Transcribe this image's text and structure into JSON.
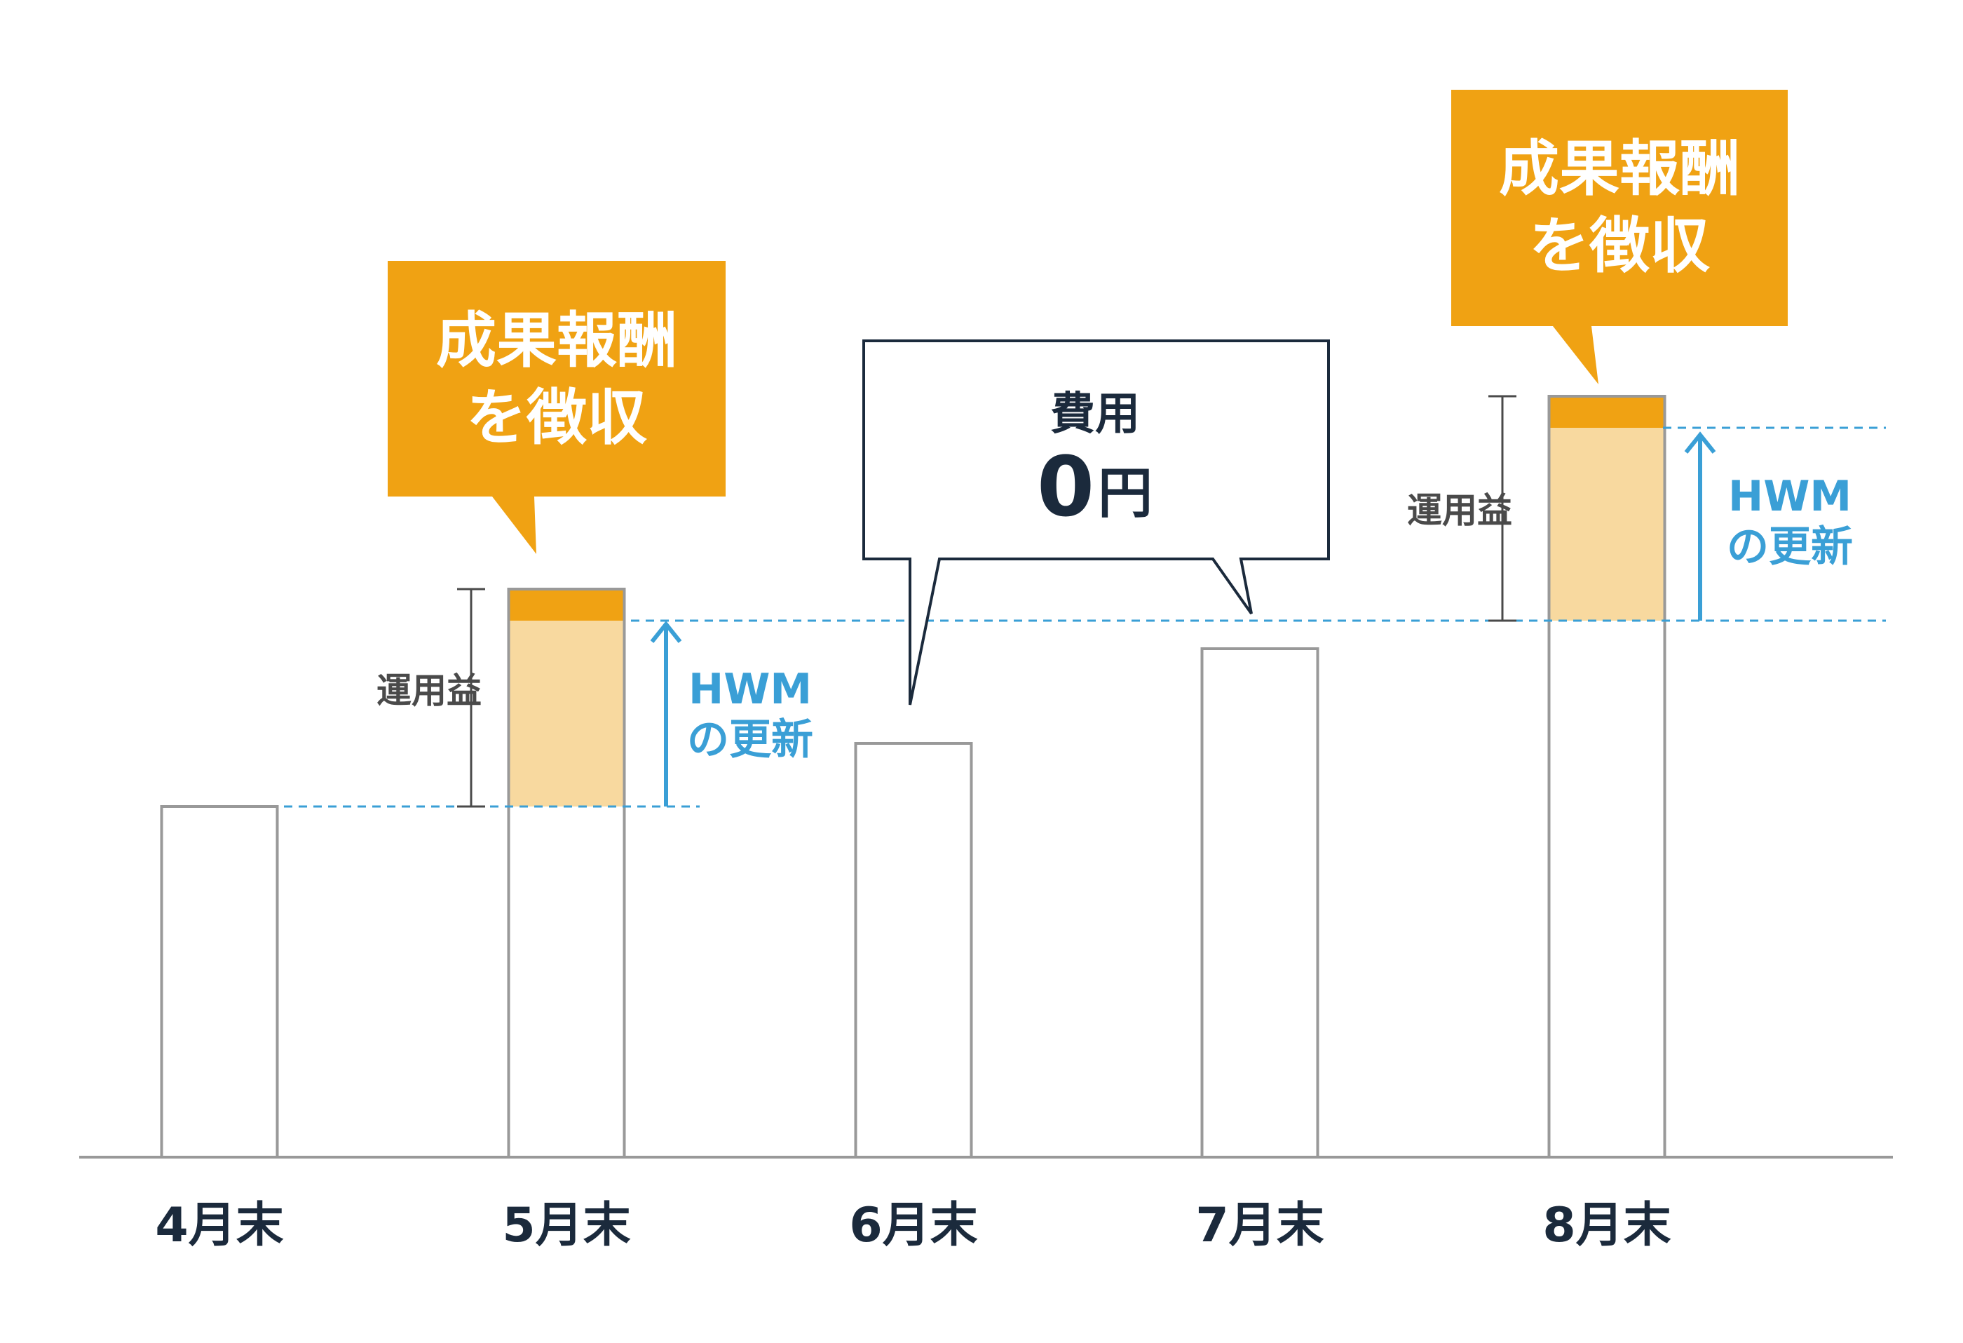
{
  "periods": [
    {
      "label": "4月末",
      "value": 500
    },
    {
      "label": "5月末",
      "value": 810,
      "prior_hwm": 500,
      "fee": 45
    },
    {
      "label": "6月末",
      "value": 590
    },
    {
      "label": "7月末",
      "value": 725
    },
    {
      "label": "8月末",
      "value": 1085,
      "prior_hwm": 765,
      "fee": 45
    }
  ],
  "annotations": {
    "fee_callout": [
      "成果報酬",
      "を徴収"
    ],
    "zero_callout": [
      "費用",
      "0",
      "円"
    ],
    "gain_label": "運用益",
    "hwm_label": [
      "HWM",
      "の更新"
    ]
  },
  "colors": {
    "fee": "#f0a213",
    "gain": "#f8d99f",
    "bar_outline": "#999999",
    "axis": "#999999",
    "hwm": "#3a9fd6",
    "text_dark": "#1b2a3c",
    "text_gray": "#4a4a4a",
    "callout_text": "#ffffff"
  }
}
